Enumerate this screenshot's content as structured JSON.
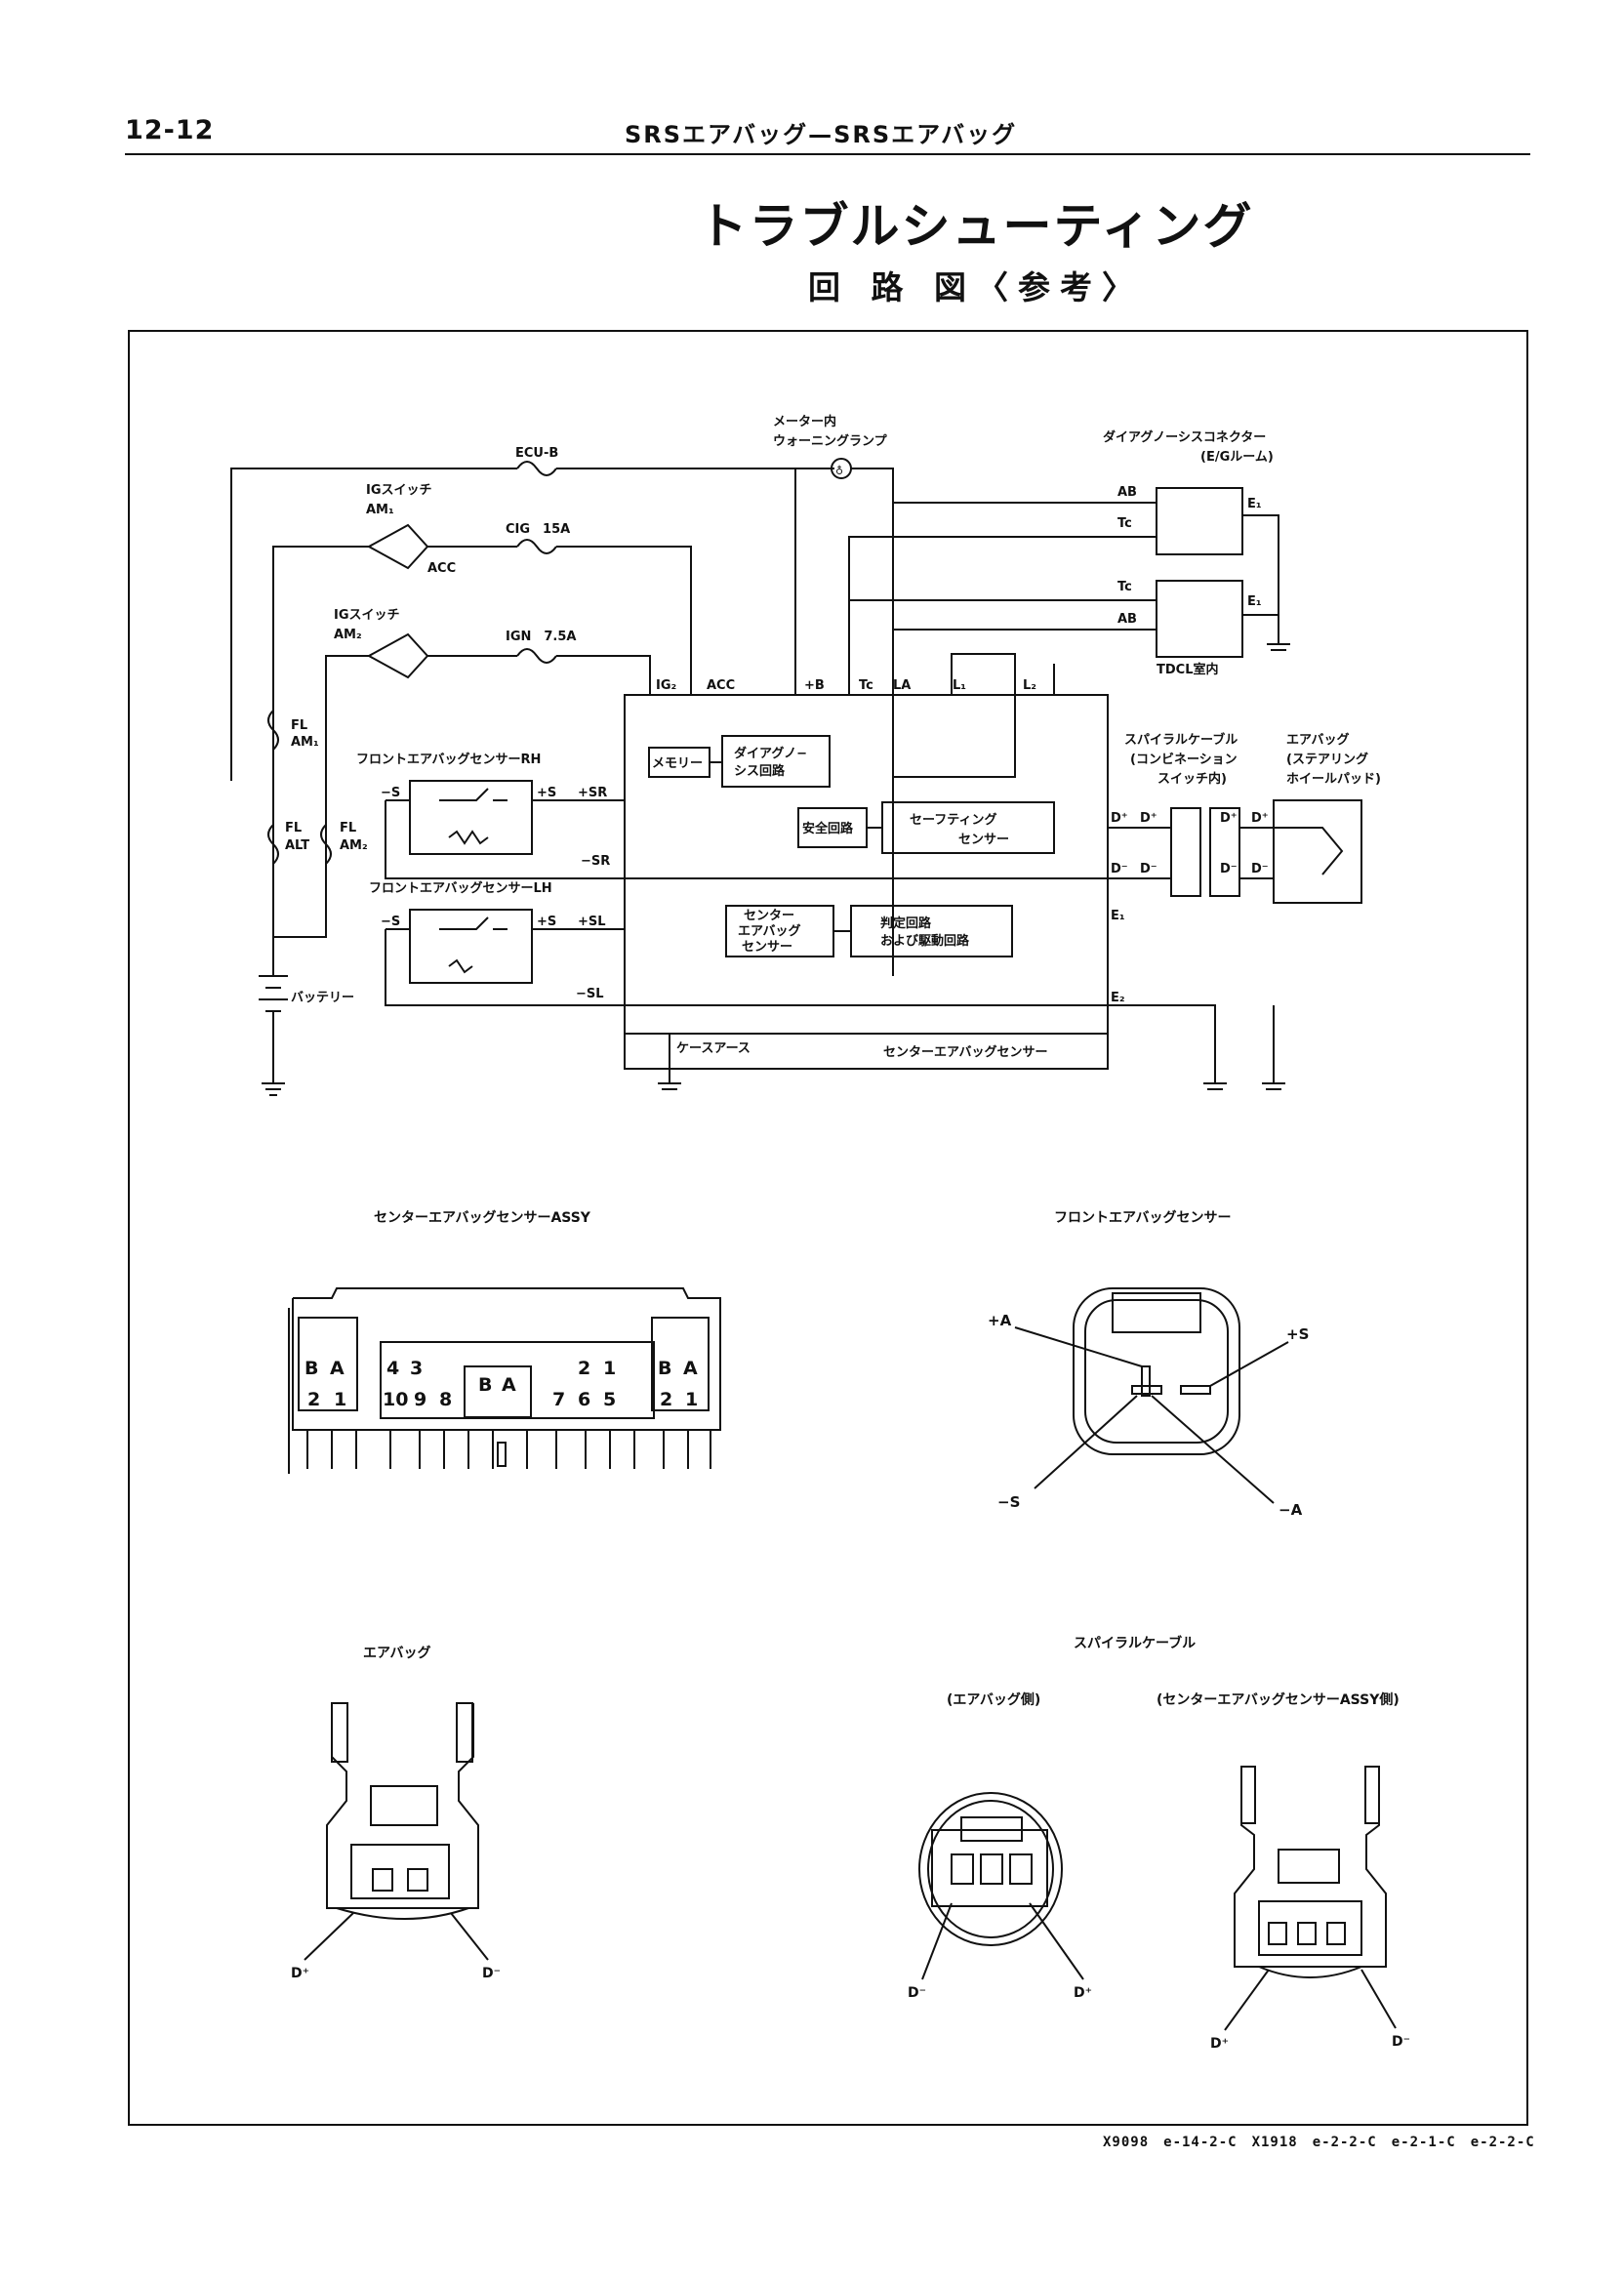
{
  "header": {
    "page_number": "12-12",
    "section": "SRSエアバッグ—SRSエアバッグ"
  },
  "title": "トラブルシューティング",
  "subtitle": "回 路 図〈参考〉",
  "circuit": {
    "ecu_b": "ECU-B",
    "cig": "CIG　15A",
    "ign": "IGN　7.5A",
    "ig_switch_am1": "IGスイッチ",
    "am1": "AM₁",
    "ig_switch_am2": "IGスイッチ",
    "am2": "AM₂",
    "acc_switch": "ACC",
    "fl_am1": [
      "FL",
      "AM₁"
    ],
    "fl_alt": [
      "FL",
      "ALT"
    ],
    "fl_am2": [
      "FL",
      "AM₂"
    ],
    "battery": "バッテリー",
    "meter_lamp": [
      "メーター内",
      "ウォーニングランプ"
    ],
    "diag_connector": [
      "ダイアグノーシスコネクター",
      "(E/Gルーム)"
    ],
    "tdcl": "TDCL室内",
    "ab": "AB",
    "tc": "Tc",
    "e1": "E₁",
    "front_rh": "フロントエアバッグセンサーRH",
    "front_lh": "フロントエアバッグセンサーLH",
    "minus_s": "−S",
    "plus_s": "+S",
    "plus_sr": "+SR",
    "minus_sr": "−SR",
    "plus_sl": "+SL",
    "minus_sl": "−SL",
    "ecu_terminals": [
      "IG₂",
      "ACC",
      "+B",
      "Tc",
      "LA",
      "L₁",
      "L₂"
    ],
    "memory": "メモリー",
    "diag_circuit": [
      "ダイアグノ−",
      "シス回路"
    ],
    "safety_circuit": "安全回路",
    "safing_sensor": [
      "セーフティング",
      "センサー"
    ],
    "center_sensor_box": [
      "センター",
      "エアバッグ",
      "センサー"
    ],
    "judge_circuit": [
      "判定回路",
      "および駆動回路"
    ],
    "d_plus": "D⁺",
    "d_minus": "D⁻",
    "e2": "E₂",
    "spiral_cable": [
      "スパイラルケーブル",
      "(コンビネーション",
      "スイッチ内)"
    ],
    "airbag_unit": [
      "エアバッグ",
      "(ステアリング",
      "ホイールパッド)"
    ],
    "case_ground": "ケースアース",
    "center_sensor_label": "センターエアバッグセンサー"
  },
  "connectors": {
    "center_assy": {
      "title": "センターエアバッグセンサーASSY",
      "left": [
        "B",
        "A",
        "2",
        "1"
      ],
      "mid_left": [
        "4",
        "3",
        "10",
        "9",
        "8"
      ],
      "mid": [
        "B",
        "A"
      ],
      "mid_right": [
        "2",
        "1",
        "7",
        "6",
        "5"
      ],
      "right": [
        "B",
        "A",
        "2",
        "1"
      ]
    },
    "front_sensor": {
      "title": "フロントエアバッグセンサー",
      "pins": [
        "+A",
        "+S",
        "−S",
        "−A"
      ]
    },
    "airbag": {
      "title": "エアバッグ",
      "pins": [
        "D⁺",
        "D⁻"
      ]
    },
    "spiral": {
      "title": "スパイラルケーブル",
      "airbag_side": "(エアバッグ側)",
      "assy_side": "(センターエアバッグセンサーASSY側)",
      "airbag_side_pins": [
        "D⁻",
        "D⁺"
      ],
      "assy_side_pins": [
        "D⁺",
        "D⁻"
      ]
    }
  },
  "footer_ref": "X9098　e-14-2-C　X1918　e-2-2-C　e-2-1-C　e-2-2-C"
}
